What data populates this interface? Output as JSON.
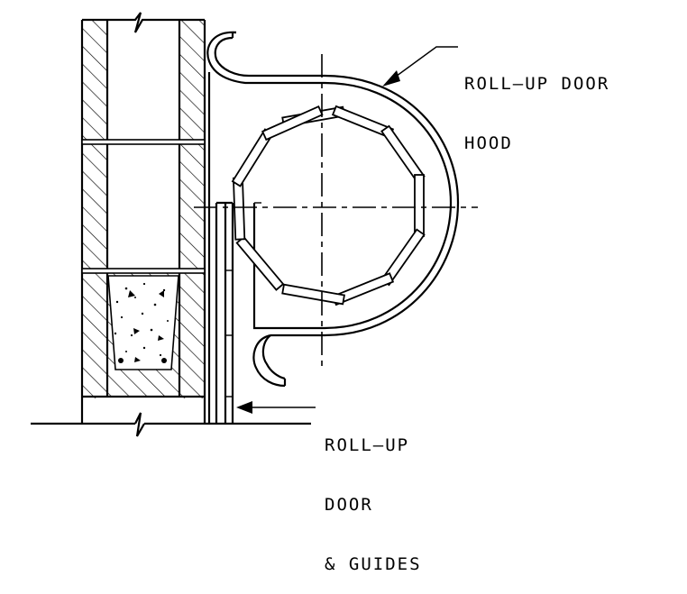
{
  "labels": {
    "hood": [
      "ROLL–UP DOOR",
      "HOOD"
    ],
    "door": [
      "ROLL–UP",
      "DOOR",
      "& GUIDES"
    ]
  },
  "icons": {
    "arrow": "leader-arrow-icon",
    "break": "break-symbol-icon",
    "aggregate": "concrete-aggregate-icon"
  },
  "colors": {
    "ink": "#000000",
    "paper": "#ffffff"
  }
}
